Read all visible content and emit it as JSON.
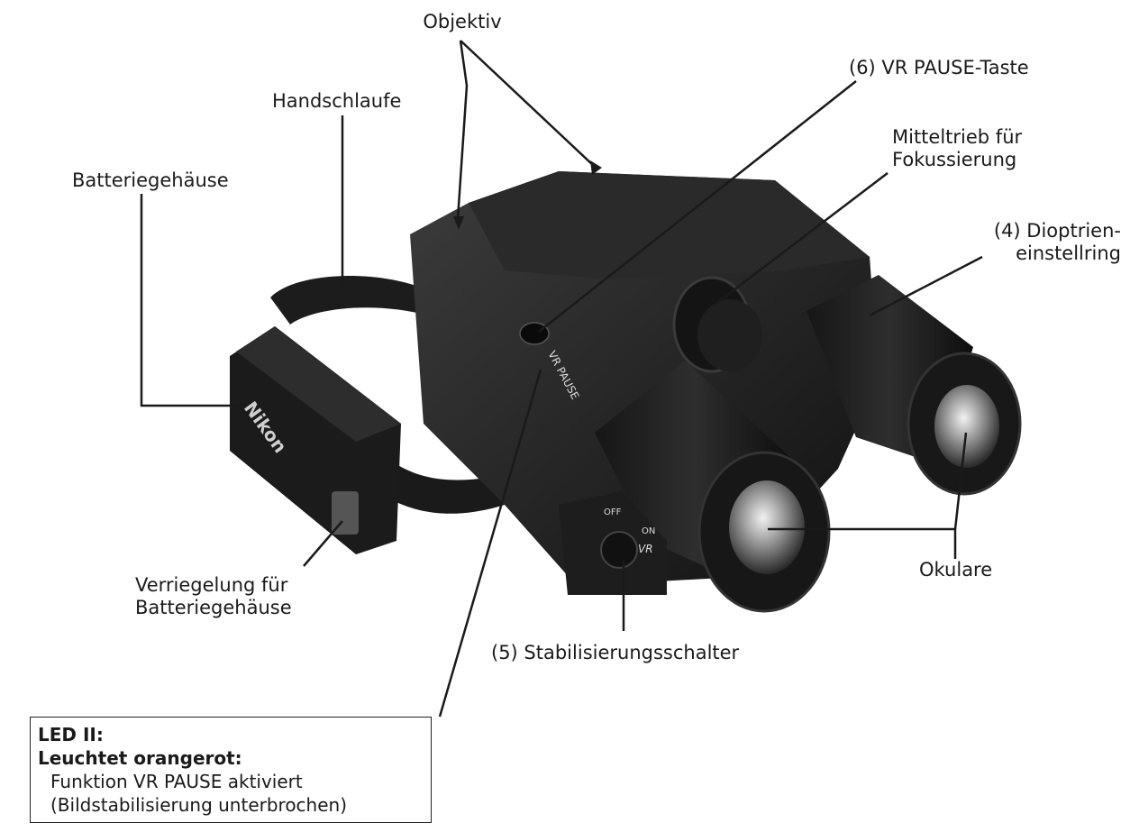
{
  "labels": {
    "objektiv": "Objektiv",
    "handschlaufe": "Handschlaufe",
    "batteriegehaeuse": "Batteriegehäuse",
    "vr_pause_taste": "(6) VR PAUSE-Taste",
    "mitteltrieb_line1": "Mitteltrieb für",
    "mitteltrieb_line2": "Fokussierung",
    "dioptrien_line1": "(4) Dioptrien-",
    "dioptrien_line2": "einstellring",
    "verriegelung_line1": "Verriegelung für",
    "verriegelung_line2": "Batteriegehäuse",
    "okulare": "Okulare",
    "stabilisierungsschalter": "(5) Stabilisierungsschalter"
  },
  "device_markings": {
    "vr_pause": "VR PAUSE",
    "brand": "Nikon",
    "switch_off": "OFF",
    "switch_on": "ON",
    "switch_vr": "VR"
  },
  "led_box": {
    "title": "LED II:",
    "subtitle": "Leuchtet orangerot:",
    "line1": "Funktion VR PAUSE aktiviert",
    "line2": "(Bildstabilisierung unterbrochen)"
  }
}
